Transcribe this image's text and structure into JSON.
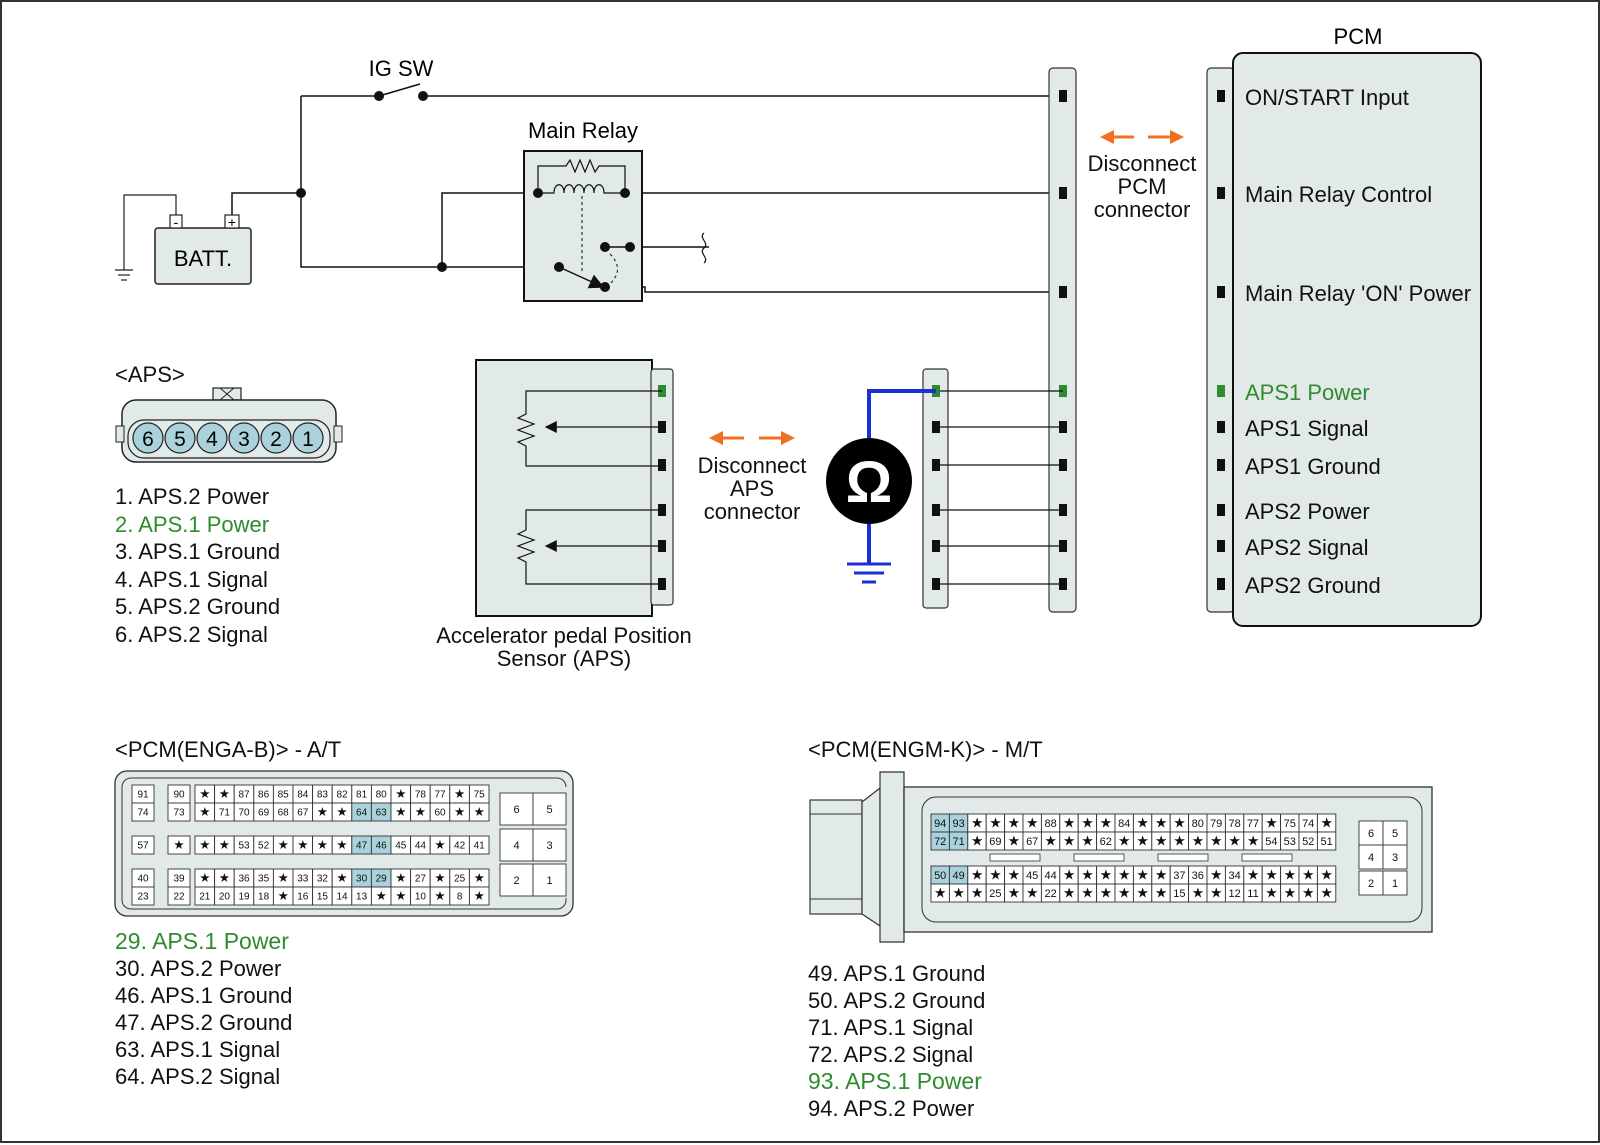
{
  "colors": {
    "wire": "#111111",
    "highlight_green": "#2e8b2e",
    "probe_blue": "#1a2fd6",
    "arrow_orange": "#f07020",
    "box_fill": "#e2e9e9",
    "pin_highlight": "#a9d2dc"
  },
  "circuit": {
    "ig_sw_label": "IG SW",
    "main_relay_label": "Main Relay",
    "battery_label": "BATT.",
    "battery_minus": "-",
    "battery_plus": "+",
    "ohmmeter_symbol": "Ω",
    "disconnect_pcm": [
      "Disconnect",
      "PCM",
      "connector"
    ],
    "disconnect_aps": [
      "Disconnect",
      "APS",
      "connector"
    ],
    "aps_sensor_label": [
      "Accelerator pedal Position",
      "Sensor (APS)"
    ]
  },
  "pcm": {
    "title": "PCM",
    "pins": [
      {
        "label": "ON/START Input",
        "highlight": false
      },
      {
        "label": "Main Relay Control",
        "highlight": false
      },
      {
        "label": "Main Relay 'ON' Power",
        "highlight": false
      },
      {
        "label": "APS1 Power",
        "highlight": true
      },
      {
        "label": "APS1 Signal",
        "highlight": false
      },
      {
        "label": "APS1 Ground",
        "highlight": false
      },
      {
        "label": "APS2 Power",
        "highlight": false
      },
      {
        "label": "APS2 Signal",
        "highlight": false
      },
      {
        "label": "APS2 Ground",
        "highlight": false
      }
    ]
  },
  "aps_connector": {
    "title": "<APS>",
    "pins": [
      "6",
      "5",
      "4",
      "3",
      "2",
      "1"
    ],
    "legend": [
      {
        "text": "1. APS.2 Power",
        "highlight": false
      },
      {
        "text": "2. APS.1 Power",
        "highlight": true
      },
      {
        "text": "3. APS.1 Ground",
        "highlight": false
      },
      {
        "text": "4. APS.1 Signal",
        "highlight": false
      },
      {
        "text": "5. APS.2 Ground",
        "highlight": false
      },
      {
        "text": "6. APS.2 Signal",
        "highlight": false
      }
    ]
  },
  "pcm_at": {
    "title": "<PCM(ENGA-B)> - A/T",
    "rows": [
      [
        "91",
        "90",
        "*",
        "*",
        "87",
        "86",
        "85",
        "84",
        "83",
        "82",
        "81",
        "80",
        "*",
        "78",
        "77",
        "*",
        "75"
      ],
      [
        "74",
        "73",
        "*",
        "71",
        "70",
        "69",
        "68",
        "67",
        "*",
        "*",
        "64",
        "63",
        "*",
        "*",
        "60",
        "*",
        "*"
      ],
      [
        "57",
        "*",
        "*",
        "*",
        "53",
        "52",
        "*",
        "*",
        "*",
        "*",
        "47",
        "46",
        "45",
        "44",
        "*",
        "42",
        "41"
      ],
      [
        "40",
        "39",
        "*",
        "*",
        "36",
        "35",
        "*",
        "33",
        "32",
        "*",
        "30",
        "29",
        "*",
        "27",
        "*",
        "25",
        "*"
      ],
      [
        "23",
        "22",
        "21",
        "20",
        "19",
        "18",
        "*",
        "16",
        "15",
        "14",
        "13",
        "*",
        "*",
        "10",
        "*",
        "8",
        "*"
      ]
    ],
    "highlighted_pins": [
      "64",
      "63",
      "47",
      "46",
      "30",
      "29"
    ],
    "side_pins": [
      "6",
      "5",
      "4",
      "3",
      "2",
      "1"
    ],
    "legend": [
      {
        "text": "29. APS.1 Power",
        "highlight": true
      },
      {
        "text": "30. APS.2 Power",
        "highlight": false
      },
      {
        "text": "46. APS.1 Ground",
        "highlight": false
      },
      {
        "text": "47. APS.2 Ground",
        "highlight": false
      },
      {
        "text": "63. APS.1 Signal",
        "highlight": false
      },
      {
        "text": "64. APS.2 Signal",
        "highlight": false
      }
    ]
  },
  "pcm_mt": {
    "title": "<PCM(ENGM-K)> - M/T",
    "rows": [
      [
        "94",
        "93",
        "*",
        "*",
        "*",
        "*",
        "88",
        "*",
        "*",
        "*",
        "84",
        "*",
        "*",
        "*",
        "80",
        "79",
        "78",
        "77",
        "*",
        "75",
        "74",
        "*"
      ],
      [
        "72",
        "71",
        "*",
        "69",
        "*",
        "67",
        "*",
        "*",
        "*",
        "62",
        "*",
        "*",
        "*",
        "*",
        "*",
        "*",
        "*",
        "*",
        "54",
        "53",
        "52",
        "51"
      ],
      [
        "50",
        "49",
        "*",
        "*",
        "*",
        "45",
        "44",
        "*",
        "*",
        "*",
        "*",
        "*",
        "*",
        "37",
        "36",
        "*",
        "34",
        "*",
        "*",
        "*",
        "*",
        "*"
      ],
      [
        "*",
        "*",
        "*",
        "25",
        "*",
        "*",
        "22",
        "*",
        "*",
        "*",
        "*",
        "*",
        "*",
        "15",
        "*",
        "*",
        "12",
        "11",
        "*",
        "*",
        "*",
        "*"
      ]
    ],
    "highlighted_pins": [
      "94",
      "93",
      "72",
      "71",
      "50",
      "49"
    ],
    "side_pins": [
      "6",
      "5",
      "4",
      "3",
      "2",
      "1"
    ],
    "legend": [
      {
        "text": "49. APS.1 Ground",
        "highlight": false
      },
      {
        "text": "50. APS.2 Ground",
        "highlight": false
      },
      {
        "text": "71. APS.1 Signal",
        "highlight": false
      },
      {
        "text": "72. APS.2 Signal",
        "highlight": false
      },
      {
        "text": "93. APS.1 Power",
        "highlight": true
      },
      {
        "text": "94. APS.2 Power",
        "highlight": false
      }
    ]
  }
}
